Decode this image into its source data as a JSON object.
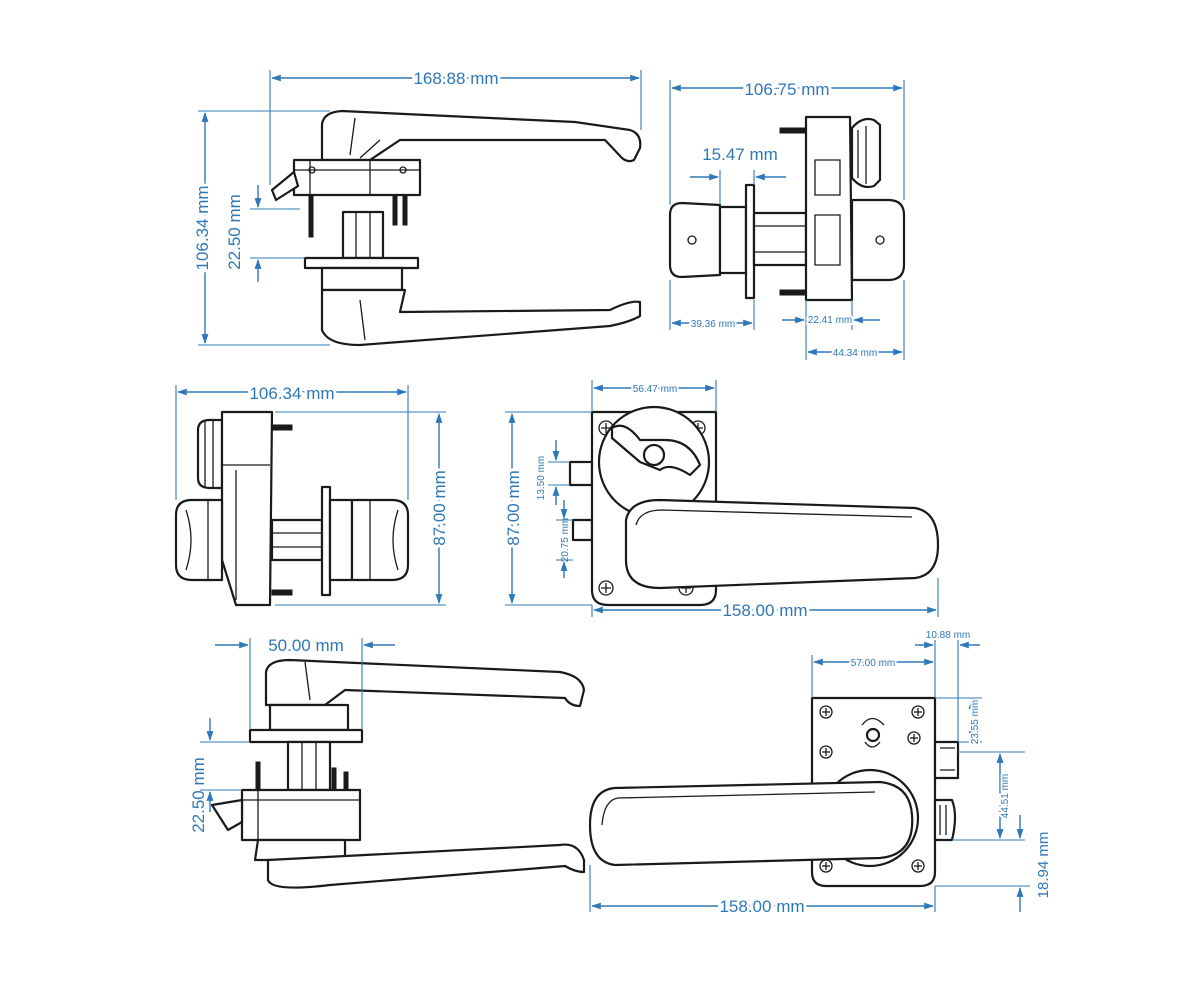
{
  "colors": {
    "dimension": "#2f78b8",
    "outline": "#1a1a1a",
    "background": "#ffffff"
  },
  "dims": {
    "top_left_width": "168.88 mm",
    "top_left_height": "106.34 mm",
    "top_left_offset": "22.50 mm",
    "top_right_width": "106.75 mm",
    "top_right_shaft": "15.47 mm",
    "top_right_left": "39.36 mm",
    "top_right_mid": "22.41 mm",
    "top_right_right": "44.34 mm",
    "mid_left_width": "106.34 mm",
    "mid_left_height": "87.00 mm",
    "mid_right_top": "56.47 mm",
    "mid_right_height": "87.00 mm",
    "mid_right_a": "13.50 mm",
    "mid_right_b": "20.75 mm",
    "mid_right_width": "158.00 mm",
    "bot_left_width": "50.00 mm",
    "bot_left_offset": "22.50 mm",
    "bot_right_a": "10.88 mm",
    "bot_right_b": "57.00 mm",
    "bot_right_c": "23.55 mm",
    "bot_right_d": "44.51 mm",
    "bot_right_e": "18.94 mm",
    "bot_right_width": "158.00 mm"
  }
}
